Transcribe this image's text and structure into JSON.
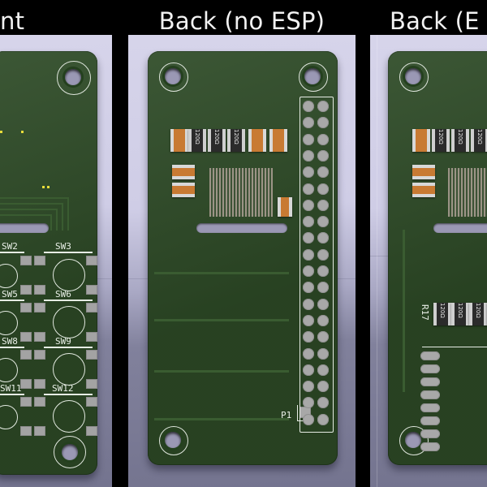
{
  "figure": {
    "background_color": "#000000",
    "panel_count": 3
  },
  "panels": [
    {
      "id": "front",
      "caption": "nt",
      "caption_full_hint": "nt",
      "view": "front",
      "clipped": true,
      "board_color": "#2d4a26",
      "silkscreen_color": "#e9efe7",
      "designators": [
        "SW2",
        "SW3",
        "SW5",
        "SW6",
        "SW8",
        "SW9",
        "SW11",
        "SW12"
      ],
      "features": [
        "mounting-hole",
        "switch-footprints",
        "routing-traces",
        "slot"
      ]
    },
    {
      "id": "back-no-esp",
      "caption": "Back (no ESP)",
      "view": "back",
      "clipped": false,
      "board_color": "#2d4a26",
      "silkscreen_color": "#e9efe7",
      "designators": [
        "P1"
      ],
      "component_markings": [
        "120Ω",
        "120Ω",
        "120Ω"
      ],
      "header": {
        "name": "40-pin-header",
        "rows": 2,
        "columns": 20,
        "pin_count": 40
      },
      "features": [
        "mounting-hole",
        "resistors",
        "capacitors",
        "module-footprint",
        "pin-header",
        "slot",
        "p1-pad"
      ]
    },
    {
      "id": "back-esp",
      "caption": "Back (E",
      "caption_full_hint": "Back (E",
      "view": "back",
      "clipped": true,
      "board_color": "#2d4a26",
      "silkscreen_color": "#e9efe7",
      "designators": [
        "R17"
      ],
      "component_markings": [
        "120Ω",
        "120Ω",
        "120Ω"
      ],
      "features": [
        "mounting-hole",
        "resistors",
        "capacitors",
        "module-footprint",
        "oval-pads",
        "slot"
      ]
    }
  ],
  "colors": {
    "pcb_green": "#2d4a26",
    "pcb_green_dark": "#1d3318",
    "silkscreen": "#e9efe7",
    "pad_silver": "#a8a8a8",
    "pad_gold": "#e8dd3a",
    "resistor_body": "#2b2b2b",
    "capacitor_body": "#c87a33",
    "backdrop_top": "#d6d4ea",
    "backdrop_bottom": "#74748f",
    "caption_text": "#f2f2f2"
  },
  "labels": {
    "sw2": "SW2",
    "sw3": "SW3",
    "sw5": "SW5",
    "sw6": "SW6",
    "sw8": "SW8",
    "sw9": "SW9",
    "sw11": "SW11",
    "sw12": "SW12",
    "p1": "P1",
    "r17": "R17",
    "res_value": "120Ω"
  }
}
